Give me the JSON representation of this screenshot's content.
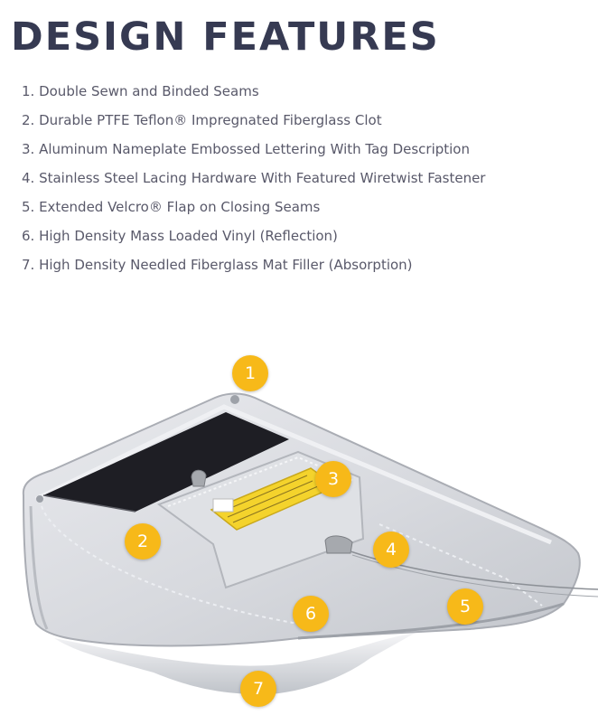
{
  "heading": "DESIGN FEATURES",
  "features": [
    "1. Double Sewn and Binded Seams",
    "2. Durable PTFE Teflon® Impregnated Fiberglass Clot",
    "3. Aluminum Nameplate Embossed Lettering With Tag Description",
    "4. Stainless Steel Lacing Hardware With Featured Wiretwist Fastener",
    "5. Extended Velcro® Flap on Closing Seams",
    "6. High Density Mass Loaded Vinyl (Reflection)",
    "7. High Density Needled Fiberglass Mat Filler (Absorption)"
  ],
  "markers": [
    "1",
    "2",
    "3",
    "4",
    "5",
    "6",
    "7"
  ],
  "colors": {
    "heading": "#363a52",
    "body_text": "#59596a",
    "marker": "#f7b919",
    "blanket": "#dcdee3",
    "velcro": "#1e1e24",
    "tag": "#f4d32c"
  }
}
